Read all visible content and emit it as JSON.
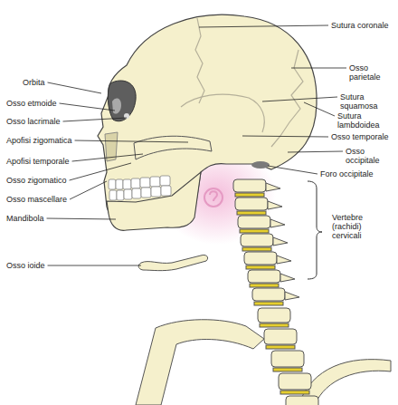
{
  "diagram": {
    "labels": [
      "Orbita",
      "Osso etmoide",
      "Osso lacrimale",
      "Apofisi zigomatica",
      "Apofisi temporale",
      "Osso zigomatico",
      "Osso mascellare",
      "Mandibola",
      "Osso ioide",
      "Sutura coronale",
      "Osso parietale",
      "Sutura squamosa",
      "Sutura lambdoidea",
      "Osso temporale",
      "Osso occipitale",
      "Foro occipitale",
      "Vertebre (rachidi) cervicali"
    ]
  }
}
